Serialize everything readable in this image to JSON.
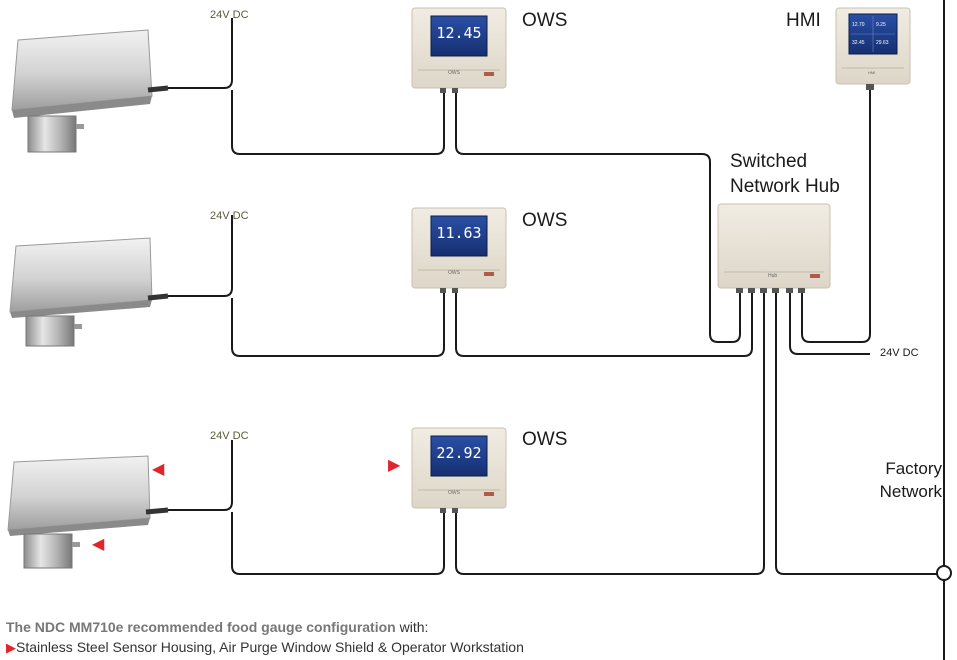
{
  "power_labels": [
    "24V DC",
    "24V DC",
    "24V DC",
    "24V DC"
  ],
  "ows_label": "OWS",
  "hmi_label": "HMI",
  "hub_label_line1": "Switched",
  "hub_label_line2": "Network Hub",
  "network_label_line1": "Factory",
  "network_label_line2": "Network",
  "ows_readings": [
    "12.45",
    "11.63",
    "22.92"
  ],
  "device_tag_ows": "OWS",
  "device_tag_hmi": "HMI",
  "device_tag_hub": "Hub",
  "hmi_screen_values": [
    "12.70",
    "9.25",
    "32.45",
    "29.63"
  ],
  "caption": {
    "bold": "The NDC MM710e recommended food gauge configuration",
    "rest": " with:",
    "bullet": "Stainless Steel Sensor Housing, Air Purge Window Shield & Operator Workstation"
  },
  "colors": {
    "highlight_arrow": "#e0262d",
    "cable": "#1a1a1a",
    "screen": "#1f3f8f"
  }
}
